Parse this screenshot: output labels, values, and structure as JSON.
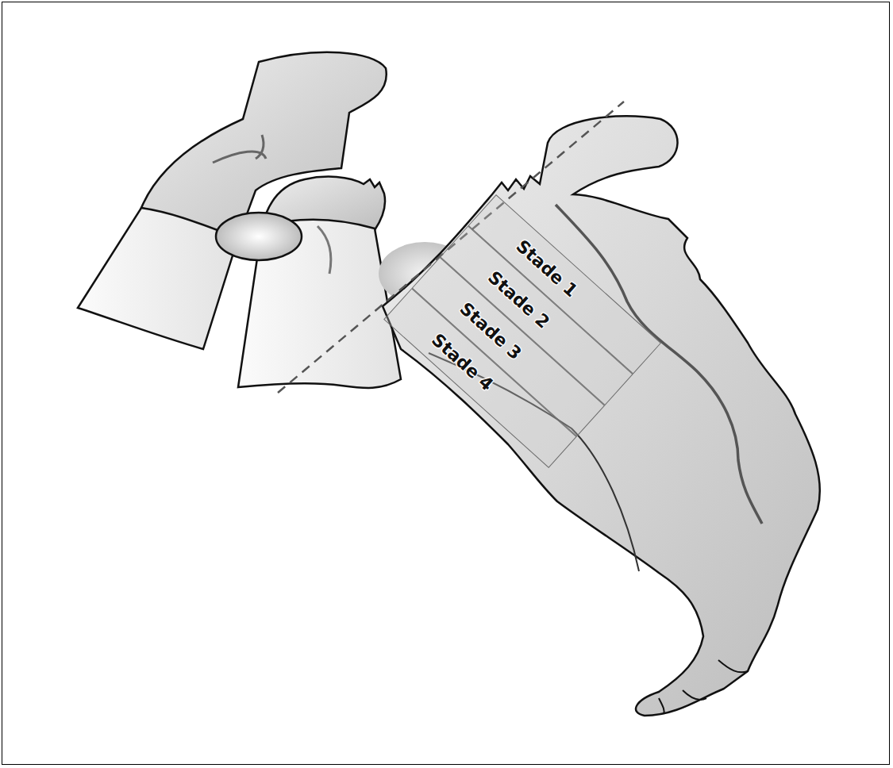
{
  "diagram": {
    "nodes": [
      {
        "text": [
          "Stade 1"
        ]
      },
      {
        "text": [
          "Stade 2"
        ]
      },
      {
        "text": [
          "Stade 3"
        ]
      },
      {
        "text": [
          "Stade 4"
        ]
      }
    ]
  }
}
